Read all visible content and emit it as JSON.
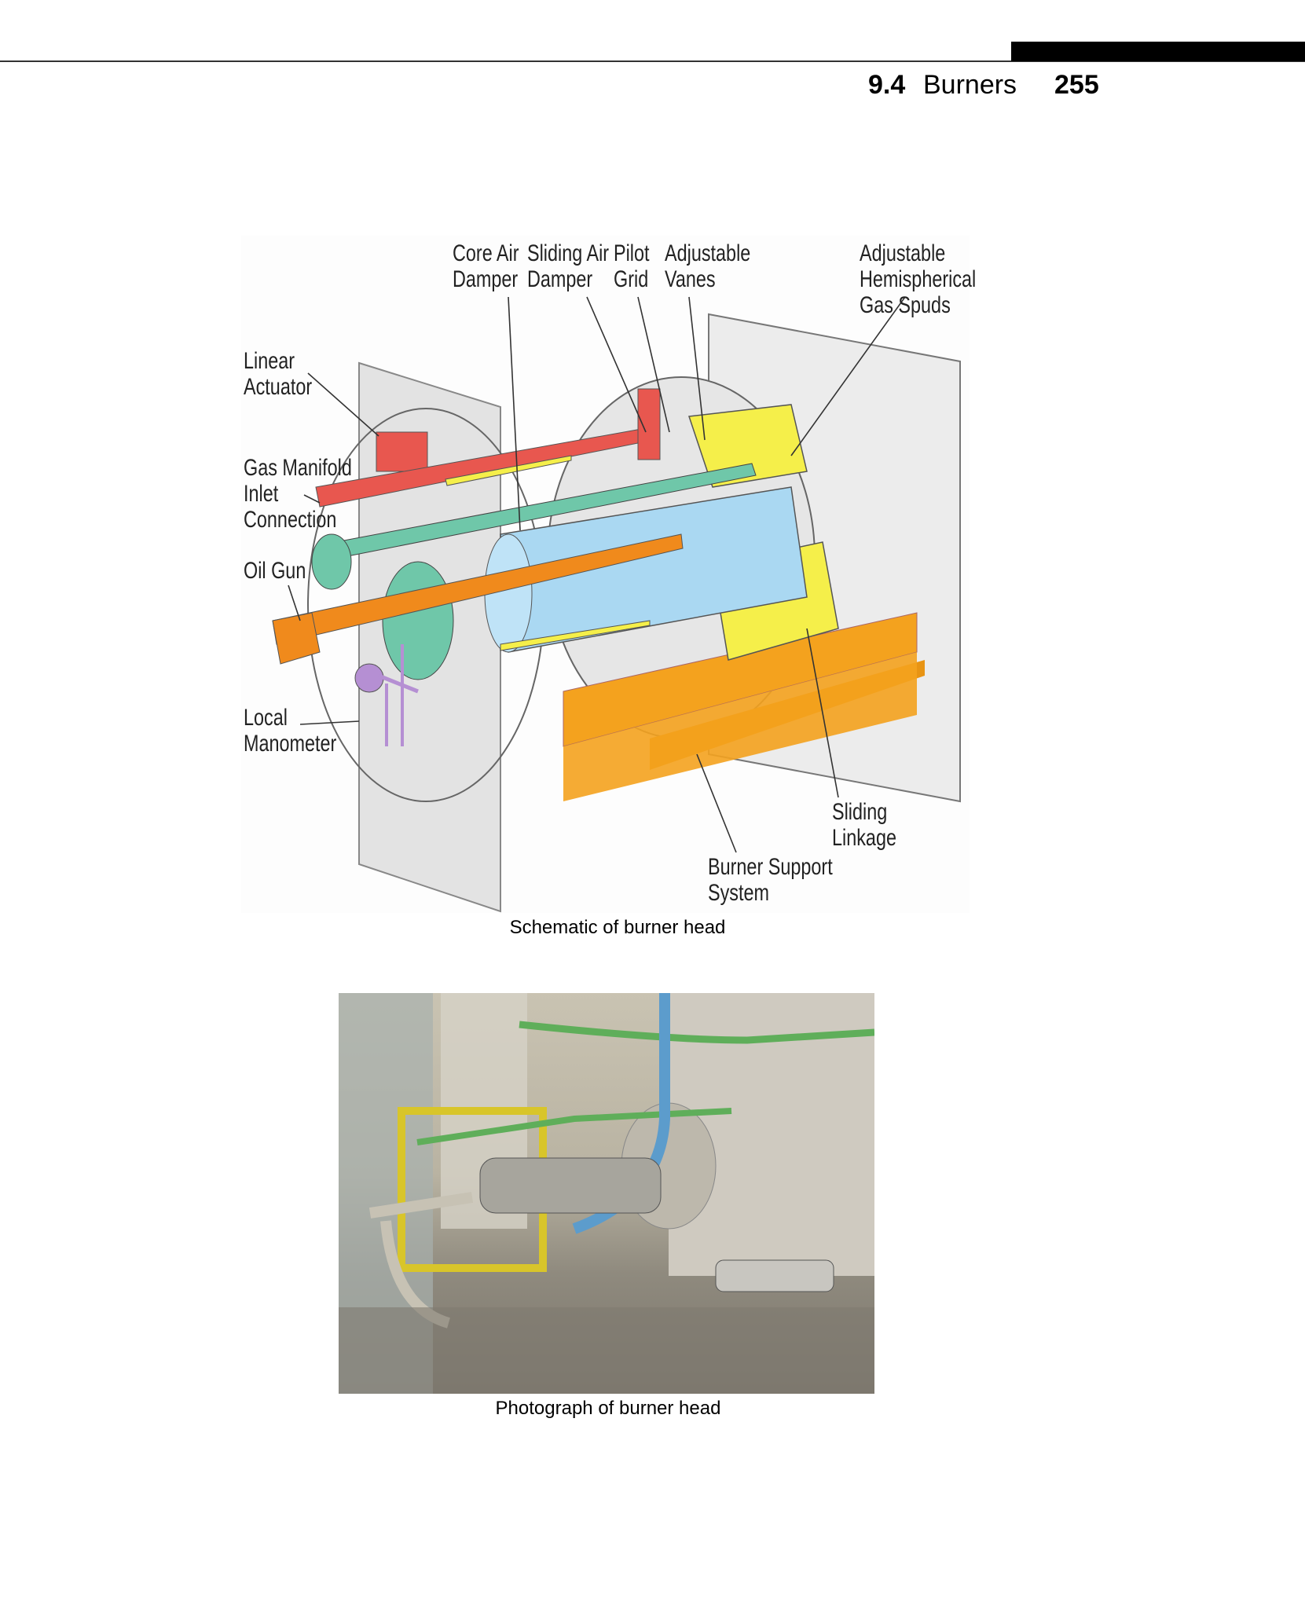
{
  "header": {
    "section_number": "9.4",
    "section_title": "Burners",
    "page_number": "255"
  },
  "figure_schematic": {
    "caption": "Schematic of burner head",
    "labels": {
      "core_air_damper": "Core Air\nDamper",
      "sliding_air_damper": "Sliding Air\nDamper",
      "pilot_grid": "Pilot\nGrid",
      "adjustable_vanes": "Adjustable\nVanes",
      "gas_spuds": "Adjustable\nHemispherical\nGas Spuds",
      "linear_actuator": "Linear\nActuator",
      "gas_manifold": "Gas Manifold\nInlet\nConnection",
      "oil_gun": "Oil Gun",
      "local_manometer": "Local\nManometer",
      "sliding_linkage": "Sliding\nLinkage",
      "burner_support": "Burner Support\nSystem"
    },
    "colors": {
      "actuator": "#e8574f",
      "gas": "#6fc7a9",
      "oil": "#f08a1c",
      "air": "#aad8f2",
      "vanes": "#f5ef4a",
      "support": "#f4a21e",
      "manometer": "#b58fd3"
    }
  },
  "figure_photo": {
    "caption": "Photograph of burner head"
  }
}
